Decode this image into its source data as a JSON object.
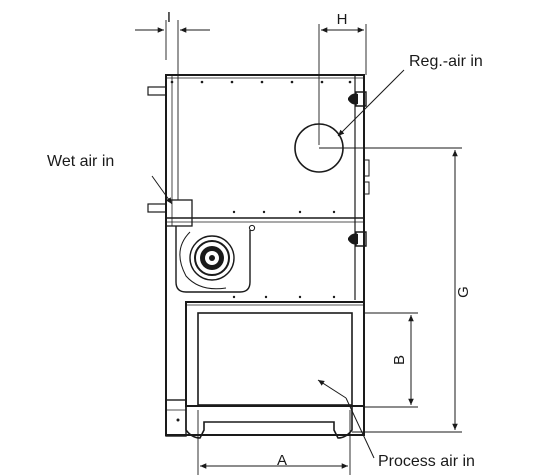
{
  "callouts": {
    "reg_air_in": "Reg.-air in",
    "wet_air_in": "Wet air in",
    "process_air_in": "Process air in"
  },
  "dimensions": {
    "i": "I",
    "h": "H",
    "g": "G",
    "b": "B",
    "a": "A"
  },
  "colors": {
    "line": "#1a1a1a",
    "background": "#ffffff"
  }
}
